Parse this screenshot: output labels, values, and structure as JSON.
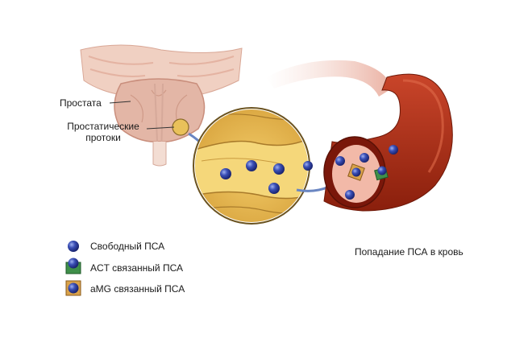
{
  "labels": {
    "prostate": "Простата",
    "ducts": "Простатические\nпротоки",
    "blood_entry": "Попадание ПСА в кровь"
  },
  "legend": [
    {
      "icon": "free-psa-icon",
      "label": "Свободный ПСА"
    },
    {
      "icon": "act-bound-psa-icon",
      "label": "ACT связанный ПСА"
    },
    {
      "icon": "amg-bound-psa-icon",
      "label": "aMG связанный ПСА"
    }
  ],
  "colors": {
    "psa_sphere": "#3a4fb6",
    "act_marker": "#3f8f4a",
    "amg_marker": "#d9a24a",
    "vessel": "#b02e14",
    "duct_tissue": "#e2b64e",
    "arrow": "#6a86c2"
  }
}
